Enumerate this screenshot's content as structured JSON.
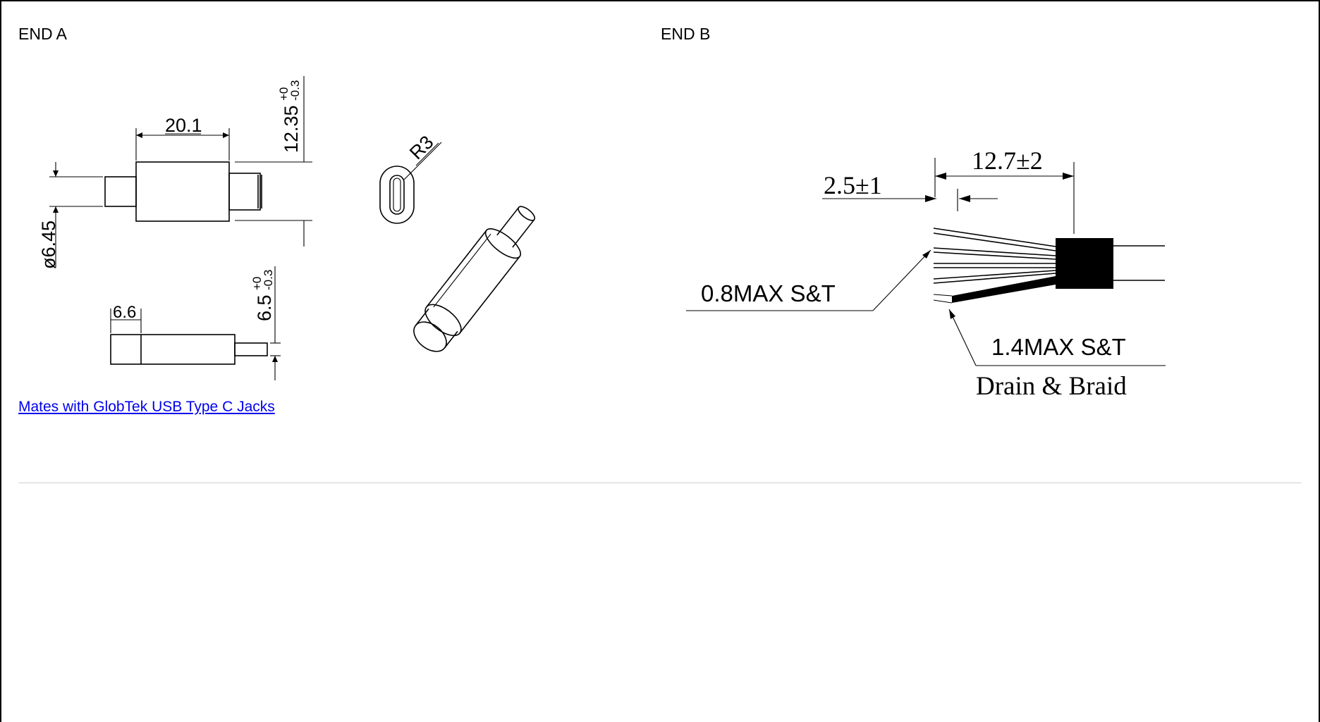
{
  "end_a": {
    "label": "END A",
    "dims": {
      "length": "20.1",
      "height_base": "12.35",
      "height_tol_plus": "+0",
      "height_tol_minus": "-0.3",
      "diameter": "ø6.45",
      "radius": "R3",
      "width": "6.6",
      "thickness_base": "6.5",
      "thickness_tol_plus": "+0",
      "thickness_tol_minus": "-0.3"
    },
    "link_text": "Mates with GlobTek USB Type C Jacks"
  },
  "end_b": {
    "label": "END B",
    "dims": {
      "strip_short": "2.5±1",
      "strip_long": "12.7±2",
      "conductor_spec": "0.8MAX  S&T",
      "drain_spec": "1.4MAX  S&T",
      "drain_label": "Drain & Braid"
    }
  },
  "colors": {
    "link": "#0000ee",
    "divider": "#cfcfcf"
  }
}
